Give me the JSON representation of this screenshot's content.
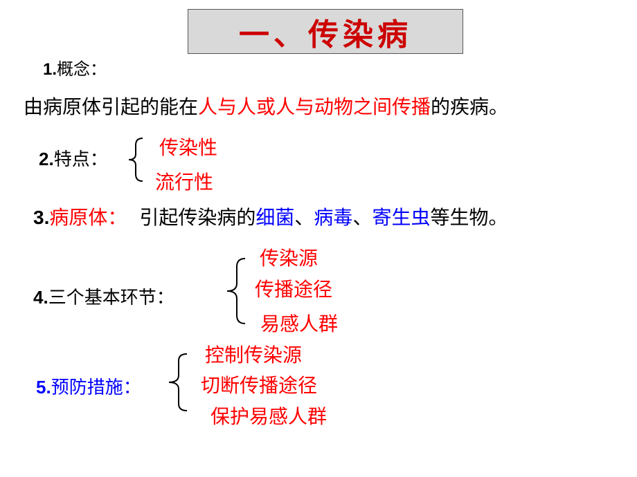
{
  "title": "一、传染病",
  "s1": {
    "num": "1.",
    "label": "概念："
  },
  "definition": {
    "prefix": "由病原体引起的能在",
    "highlight": "人与人或人与动物之间传播",
    "suffix": "的疾病。"
  },
  "s2": {
    "num": "2.",
    "label": "特点：",
    "items": [
      "传染性",
      "流行性"
    ]
  },
  "s3": {
    "num": "3.",
    "label": "病原体：",
    "text1": "引起传染病的",
    "item1": "细菌",
    "sep1": "、",
    "item2": "病毒",
    "sep2": "、",
    "item3": "寄生虫",
    "text2": "等生物。"
  },
  "s4": {
    "num": "4.",
    "label": "三个基本环节：",
    "items": [
      "传染源",
      "传播途径",
      "易感人群"
    ]
  },
  "s5": {
    "num": "5.",
    "label": "预防措施：",
    "items": [
      "控制传染源",
      "切断传播途径",
      "保护易感人群"
    ]
  },
  "colors": {
    "accent_red": "#ff0000",
    "accent_blue": "#0000ff",
    "title_red": "#cc0000",
    "title_bg": "#d9d9d9"
  }
}
